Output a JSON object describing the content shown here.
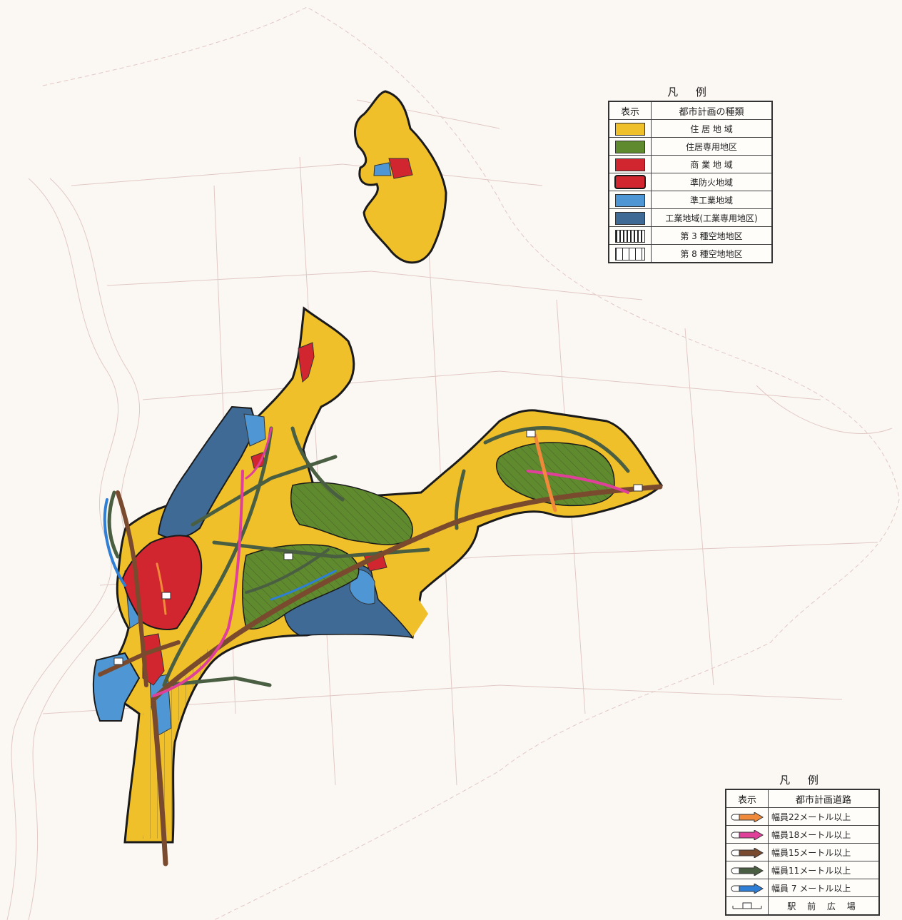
{
  "zone_legend": {
    "title": "凡 例",
    "col_symbol": "表示",
    "col_type": "都市計画の種類",
    "items": [
      {
        "label": "住 居 地 域",
        "color": "#f0c02a",
        "pattern": "solid"
      },
      {
        "label": "住居専用地区",
        "color": "#5f8a2e",
        "pattern": "solid"
      },
      {
        "label": "商 業 地 域",
        "color": "#d1262f",
        "pattern": "solid"
      },
      {
        "label": "準防火地域",
        "color": "#d1262f",
        "pattern": "outlined"
      },
      {
        "label": "準工業地域",
        "color": "#4f97d4",
        "pattern": "solid"
      },
      {
        "label": "工業地域(工業専用地区)",
        "color": "#3f6a96",
        "pattern": "solid"
      },
      {
        "label": "第 3 種空地地区",
        "color": "#ffffff",
        "pattern": "dense-stripes"
      },
      {
        "label": "第 8 種空地地区",
        "color": "#ffffff",
        "pattern": "sparse-stripes"
      }
    ]
  },
  "road_legend": {
    "title": "凡 例",
    "col_symbol": "表示",
    "col_type": "都市計画道路",
    "items": [
      {
        "label": "幅員22メートル以上",
        "color": "#f08a3a",
        "icon": "arrow-icon"
      },
      {
        "label": "幅員18メートル以上",
        "color": "#e0409a",
        "icon": "arrow-icon"
      },
      {
        "label": "幅員15メートル以上",
        "color": "#7a4a2e",
        "icon": "arrow-icon"
      },
      {
        "label": "幅員11メートル以上",
        "color": "#4a5e42",
        "icon": "arrow-icon"
      },
      {
        "label": "幅員 7 メートル以上",
        "color": "#2f7fd6",
        "icon": "arrow-icon"
      },
      {
        "label": "駅 前 広 場",
        "color": "#333333",
        "icon": "station-plaza-icon"
      }
    ]
  },
  "map_colors": {
    "residential": "#f0c02a",
    "exclusive_residential": "#5f8a2e",
    "commercial": "#d1262f",
    "semi_industrial": "#4f97d4",
    "industrial": "#3f6a96",
    "outline": "#1a1a1a",
    "basemap_lines": "#d9b8b4"
  }
}
